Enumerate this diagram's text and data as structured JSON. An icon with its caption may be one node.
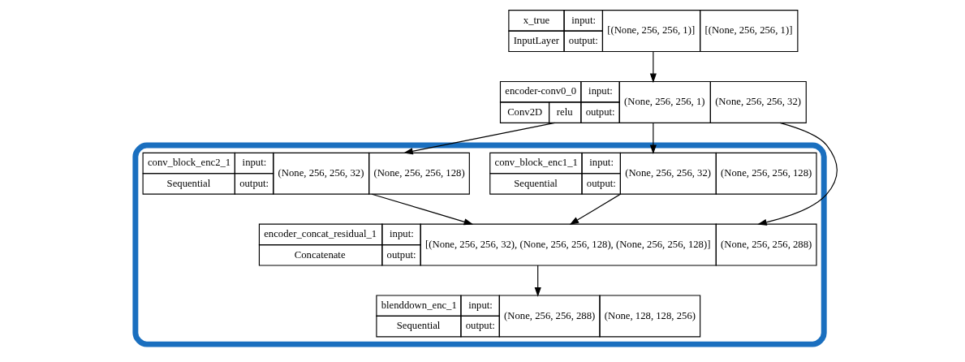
{
  "diagram": {
    "nodes": [
      {
        "text": [
          "x_true",
          "InputLayer",
          "input:",
          "output:",
          "[(None, 256, 256, 1)]",
          "[(None, 256, 256, 1)]"
        ]
      },
      {
        "text": [
          "encoder-conv0_0",
          "Conv2D",
          "relu",
          "input:",
          "output:",
          "(None, 256, 256, 1)",
          "(None, 256, 256, 32)"
        ]
      },
      {
        "text": [],
        "shape": "box"
      },
      {
        "text": [
          "conv_block_enc1_1",
          "Sequential",
          "input:",
          "output:",
          "(None, 256, 256, 32)",
          "(None, 256, 256, 128)"
        ],
        "in": 2
      },
      {
        "text": [
          "conv_block_enc2_1",
          "Sequential",
          "input:",
          "output:",
          "(None, 256, 256, 32)",
          "(None, 256, 256, 128)"
        ],
        "in": 2
      },
      {
        "text": [
          "encoder_concat_residual_1",
          "Concatenate",
          "input:",
          "output:",
          "[(None, 256, 256, 32), (None, 256, 256, 128), (None, 256, 256, 128)]",
          "(None, 256, 256, 288)"
        ],
        "in": 2
      },
      {
        "text": [
          "blenddown_enc_1",
          "Sequential",
          "input:",
          "output:",
          "(None, 256, 256, 288)",
          "(None, 128, 128, 256)"
        ],
        "in": 2
      }
    ],
    "edges": [
      {
        "from": 0,
        "to": 1,
        "arrow": "to"
      },
      {
        "from": 1,
        "to": 3,
        "arrow": "to"
      },
      {
        "from": 1,
        "to": 4,
        "arrow": "to"
      },
      {
        "from": 1,
        "to": 5,
        "arrow": "to"
      },
      {
        "from": 3,
        "to": 5,
        "arrow": "to"
      },
      {
        "from": 4,
        "to": 5,
        "arrow": "to"
      },
      {
        "from": 5,
        "to": 6,
        "arrow": "to"
      }
    ]
  }
}
